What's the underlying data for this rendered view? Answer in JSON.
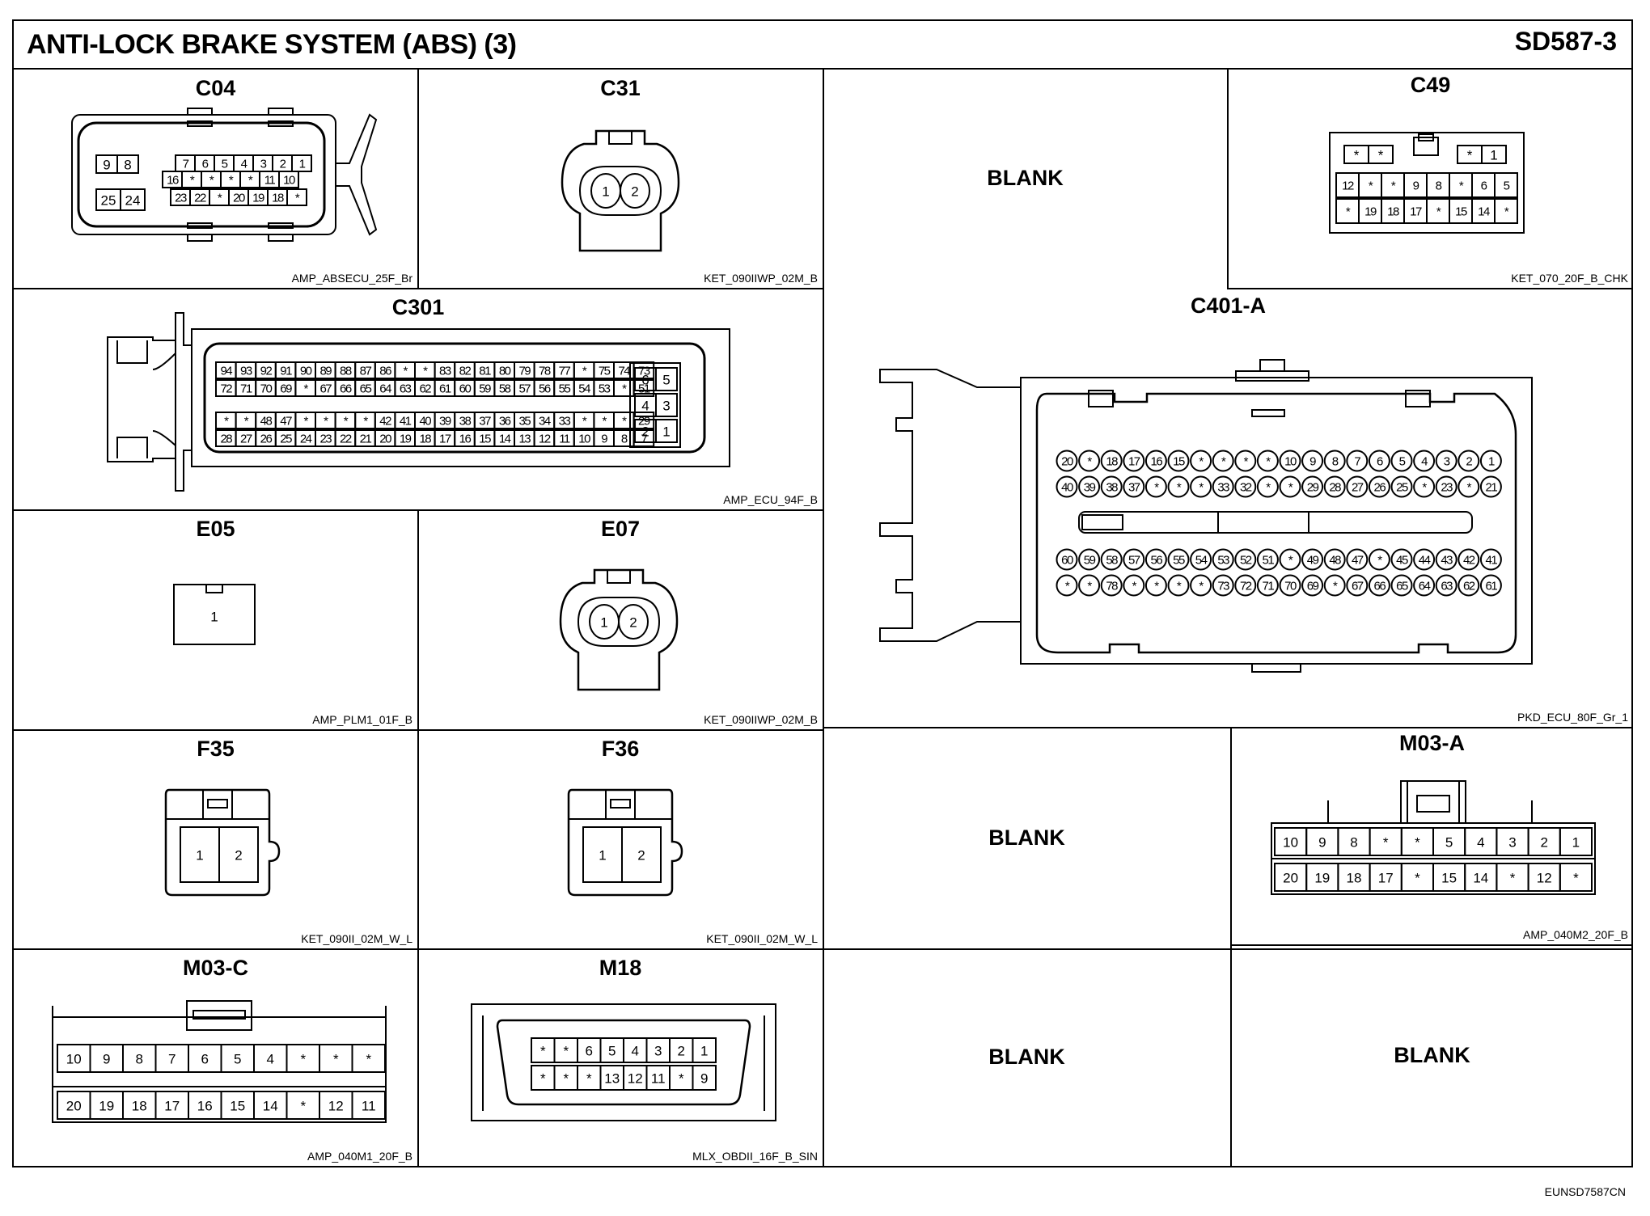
{
  "header": {
    "title": "ANTI-LOCK BRAKE SYSTEM (ABS) (3)",
    "code": "SD587-3"
  },
  "footer": {
    "code": "EUNSD7587CN"
  },
  "panels": {
    "c04": {
      "name": "C04",
      "part": "AMP_ABSECU_25F_Br",
      "row1": [
        "7",
        "6",
        "5",
        "4",
        "3",
        "2",
        "1"
      ],
      "row2": [
        "16",
        "*",
        "*",
        "*",
        "*",
        "11",
        "10"
      ],
      "row3": [
        "23",
        "22",
        "*",
        "20",
        "19",
        "18",
        "*"
      ],
      "left_top": [
        "9",
        "8"
      ],
      "left_bottom": [
        "25",
        "24"
      ]
    },
    "c31": {
      "name": "C31",
      "part": "KET_090IIWP_02M_B",
      "pins": [
        "1",
        "2"
      ]
    },
    "blank1": {
      "text": "BLANK"
    },
    "c49": {
      "name": "C49",
      "part": "KET_070_20F_B_CHK",
      "row_top_left": [
        "*",
        "*"
      ],
      "row_top_right": [
        "*",
        "1"
      ],
      "row1": [
        "12",
        "*",
        "*",
        "9",
        "8",
        "*",
        "6",
        "5"
      ],
      "row2": [
        "*",
        "19",
        "18",
        "17",
        "*",
        "15",
        "14",
        "*"
      ]
    },
    "c301": {
      "name": "C301",
      "part": "AMP_ECU_94F_B",
      "row1": [
        "94",
        "93",
        "92",
        "91",
        "90",
        "89",
        "88",
        "87",
        "86",
        "*",
        "*",
        "83",
        "82",
        "81",
        "80",
        "79",
        "78",
        "77",
        "*",
        "75",
        "74",
        "73"
      ],
      "row2": [
        "72",
        "71",
        "70",
        "69",
        "*",
        "67",
        "66",
        "65",
        "64",
        "63",
        "62",
        "61",
        "60",
        "59",
        "58",
        "57",
        "56",
        "55",
        "54",
        "53",
        "*",
        "51"
      ],
      "row3": [
        "*",
        "*",
        "48",
        "47",
        "*",
        "*",
        "*",
        "*",
        "42",
        "41",
        "40",
        "39",
        "38",
        "37",
        "36",
        "35",
        "34",
        "33",
        "*",
        "*",
        "*",
        "29"
      ],
      "row4": [
        "28",
        "27",
        "26",
        "25",
        "24",
        "23",
        "22",
        "21",
        "20",
        "19",
        "18",
        "17",
        "16",
        "15",
        "14",
        "13",
        "12",
        "11",
        "10",
        "9",
        "8",
        "7"
      ],
      "side": [
        [
          "6",
          "5"
        ],
        [
          "4",
          "3"
        ],
        [
          "2",
          "1"
        ]
      ]
    },
    "c401a": {
      "name": "C401-A",
      "part": "PKD_ECU_80F_Gr_1",
      "row1": [
        "20",
        "*",
        "18",
        "17",
        "16",
        "15",
        "*",
        "*",
        "*",
        "*",
        "10",
        "9",
        "8",
        "7",
        "6",
        "5",
        "4",
        "3",
        "2",
        "1"
      ],
      "row2": [
        "40",
        "39",
        "38",
        "37",
        "*",
        "*",
        "*",
        "33",
        "32",
        "*",
        "*",
        "29",
        "28",
        "27",
        "26",
        "25",
        "*",
        "23",
        "*",
        "21"
      ],
      "row3": [
        "60",
        "59",
        "58",
        "57",
        "56",
        "55",
        "54",
        "53",
        "52",
        "51",
        "*",
        "49",
        "48",
        "47",
        "*",
        "45",
        "44",
        "43",
        "42",
        "41"
      ],
      "row4": [
        "*",
        "*",
        "78",
        "*",
        "*",
        "*",
        "*",
        "73",
        "72",
        "71",
        "70",
        "69",
        "*",
        "67",
        "66",
        "65",
        "64",
        "63",
        "62",
        "61"
      ]
    },
    "e05": {
      "name": "E05",
      "part": "AMP_PLM1_01F_B",
      "pins": [
        "1"
      ]
    },
    "e07": {
      "name": "E07",
      "part": "KET_090IIWP_02M_B",
      "pins": [
        "1",
        "2"
      ]
    },
    "f35": {
      "name": "F35",
      "part": "KET_090II_02M_W_L",
      "pins": [
        "1",
        "2"
      ]
    },
    "f36": {
      "name": "F36",
      "part": "KET_090II_02M_W_L",
      "pins": [
        "1",
        "2"
      ]
    },
    "blank2": {
      "text": "BLANK"
    },
    "m03a": {
      "name": "M03-A",
      "part": "AMP_040M2_20F_B",
      "row1": [
        "10",
        "9",
        "8",
        "*",
        "*",
        "5",
        "4",
        "3",
        "2",
        "1"
      ],
      "row2": [
        "20",
        "19",
        "18",
        "17",
        "*",
        "15",
        "14",
        "*",
        "12",
        "*"
      ]
    },
    "m03c": {
      "name": "M03-C",
      "part": "AMP_040M1_20F_B",
      "row1": [
        "10",
        "9",
        "8",
        "7",
        "6",
        "5",
        "4",
        "*",
        "*",
        "*"
      ],
      "row2": [
        "20",
        "19",
        "18",
        "17",
        "16",
        "15",
        "14",
        "*",
        "12",
        "11"
      ]
    },
    "m18": {
      "name": "M18",
      "part": "MLX_OBDII_16F_B_SIN",
      "row1": [
        "*",
        "*",
        "6",
        "5",
        "4",
        "3",
        "2",
        "1"
      ],
      "row2": [
        "*",
        "*",
        "*",
        "13",
        "12",
        "11",
        "*",
        "9"
      ]
    },
    "blank3": {
      "text": "BLANK"
    },
    "blank4": {
      "text": "BLANK"
    }
  }
}
